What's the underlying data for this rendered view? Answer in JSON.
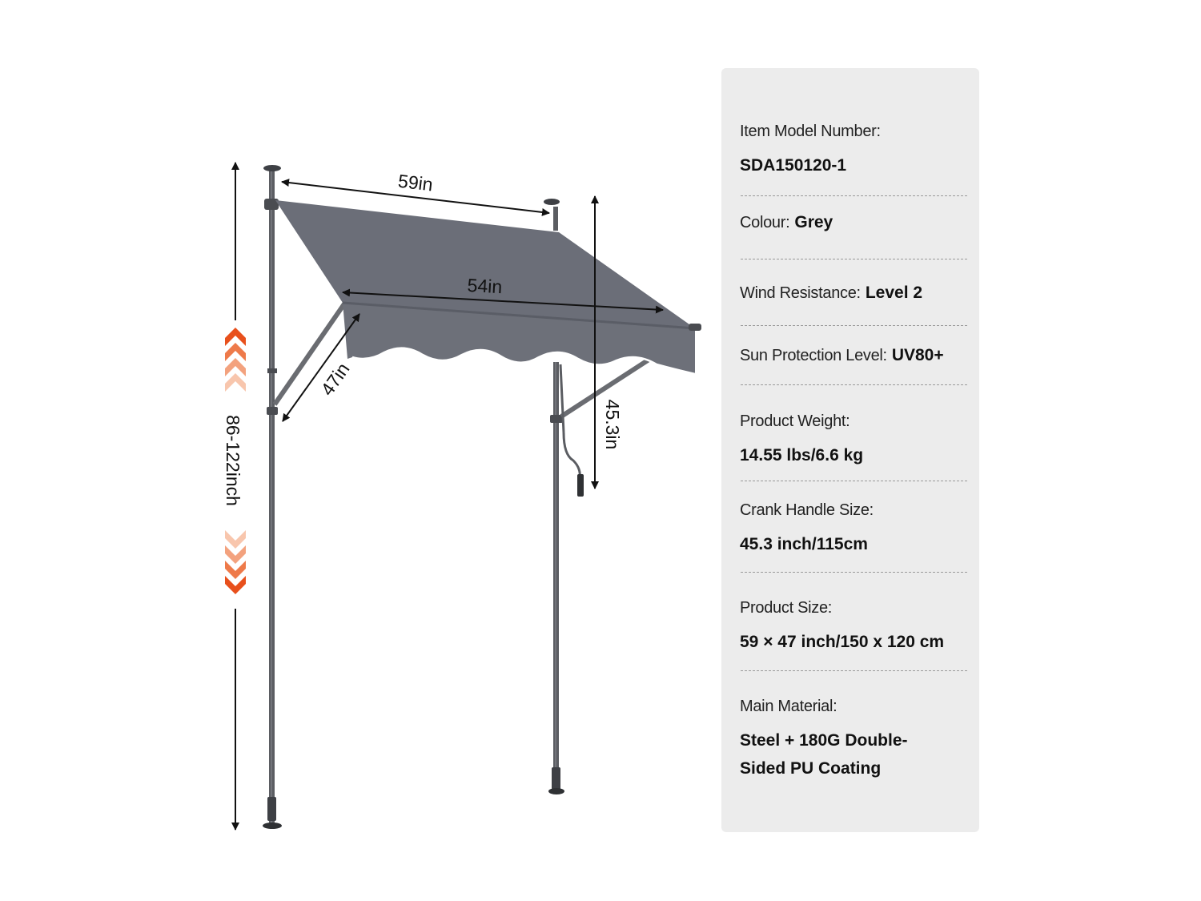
{
  "dimensions": {
    "width_top": "59in",
    "width_front": "54in",
    "projection": "47in",
    "crank_height": "45.3in",
    "pole_height": "86-122inch"
  },
  "colors": {
    "canvas": "#6b6e78",
    "pole": "#5b5d62",
    "arrow_accent": "#e8501c",
    "panel_bg": "#ececec"
  },
  "specs": [
    {
      "label": "Item Model Number:",
      "value": "SDA150120-1"
    },
    {
      "label": "Colour:",
      "value": "Grey"
    },
    {
      "label": "Wind Resistance:",
      "value": "Level 2"
    },
    {
      "label": "Sun Protection Level:",
      "value": "UV80+"
    },
    {
      "label": "Product Weight:",
      "value": "14.55 lbs/6.6 kg"
    },
    {
      "label": "Crank Handle Size:",
      "value": "45.3 inch/115cm"
    },
    {
      "label": "Product Size:",
      "value": "59 × 47 inch/150 x 120 cm"
    },
    {
      "label": "Main Material:",
      "value": "Steel + 180G Double-Sided PU Coating"
    }
  ]
}
